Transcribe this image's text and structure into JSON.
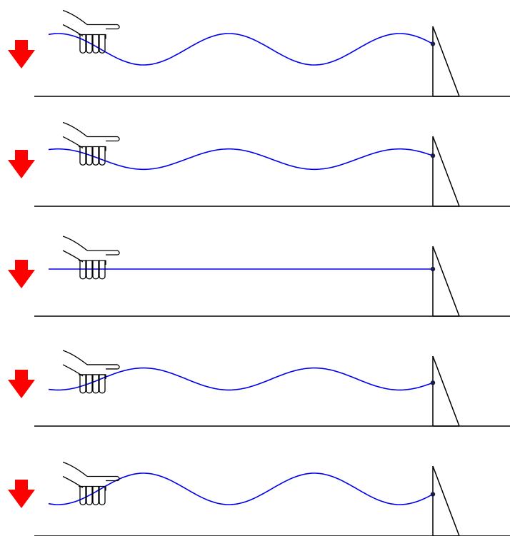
{
  "figure": {
    "panel_count": 5,
    "wave_color": "#0000ee",
    "arrow_color": "#ff0000",
    "line_color": "#000000",
    "dot_color": "#1a1a4d",
    "arrow_direction": "down",
    "panels": [
      {
        "phase": 1.0
      },
      {
        "phase": 0.65
      },
      {
        "phase": 0.0
      },
      {
        "phase": -0.7
      },
      {
        "phase": -1.0
      }
    ]
  }
}
